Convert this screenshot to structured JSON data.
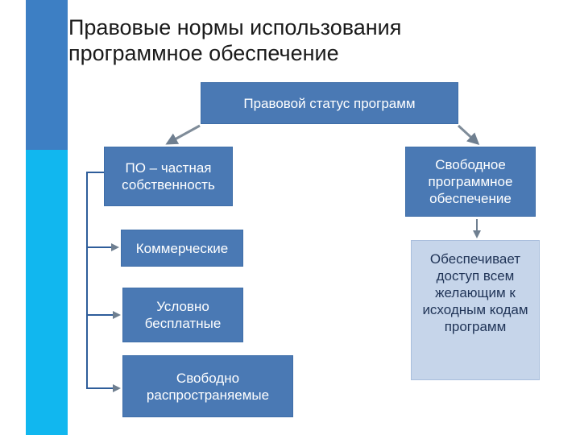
{
  "title": "Правовые нормы использования\nпрограммное обеспечение",
  "colors": {
    "accent_blue": "#3d7fc4",
    "accent_cyan": "#11b7ef",
    "box_dark": "#4a79b4",
    "box_light": "#c6d5ea",
    "arrow": "#6f7f90"
  },
  "diagram": {
    "root": "Правовой статус программ",
    "private": "ПО – частная собственность",
    "free": "Свободное программное обеспечение",
    "private_types": [
      "Коммерческие",
      "Условно бесплатные",
      "Свободно распространяемые"
    ],
    "free_description": "Обеспечивает доступ всем желающим к исходным кодам программ"
  }
}
